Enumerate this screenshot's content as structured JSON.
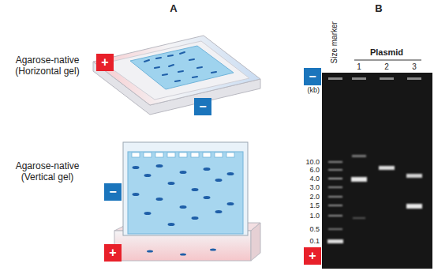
{
  "diagram": {
    "nodes": [
      {
        "text": [
          "+"
        ]
      },
      {
        "text": [
          "−"
        ]
      },
      {
        "text": [
          "−"
        ]
      },
      {
        "text": [
          "+"
        ]
      },
      {
        "text": [
          "−"
        ]
      },
      {
        "text": [
          "+"
        ]
      }
    ],
    "labels": [
      "A",
      "B",
      "Agarose-native (Horizontal gel)",
      "Agarose-native (Vertical gel)",
      "Size marker",
      "Plasmid",
      "1",
      "2",
      "3",
      "(kb)",
      "10.0",
      "6.0",
      "4.0",
      "3.0",
      "2.0",
      "1.5",
      "1.0",
      "0.5",
      "0.1"
    ]
  }
}
